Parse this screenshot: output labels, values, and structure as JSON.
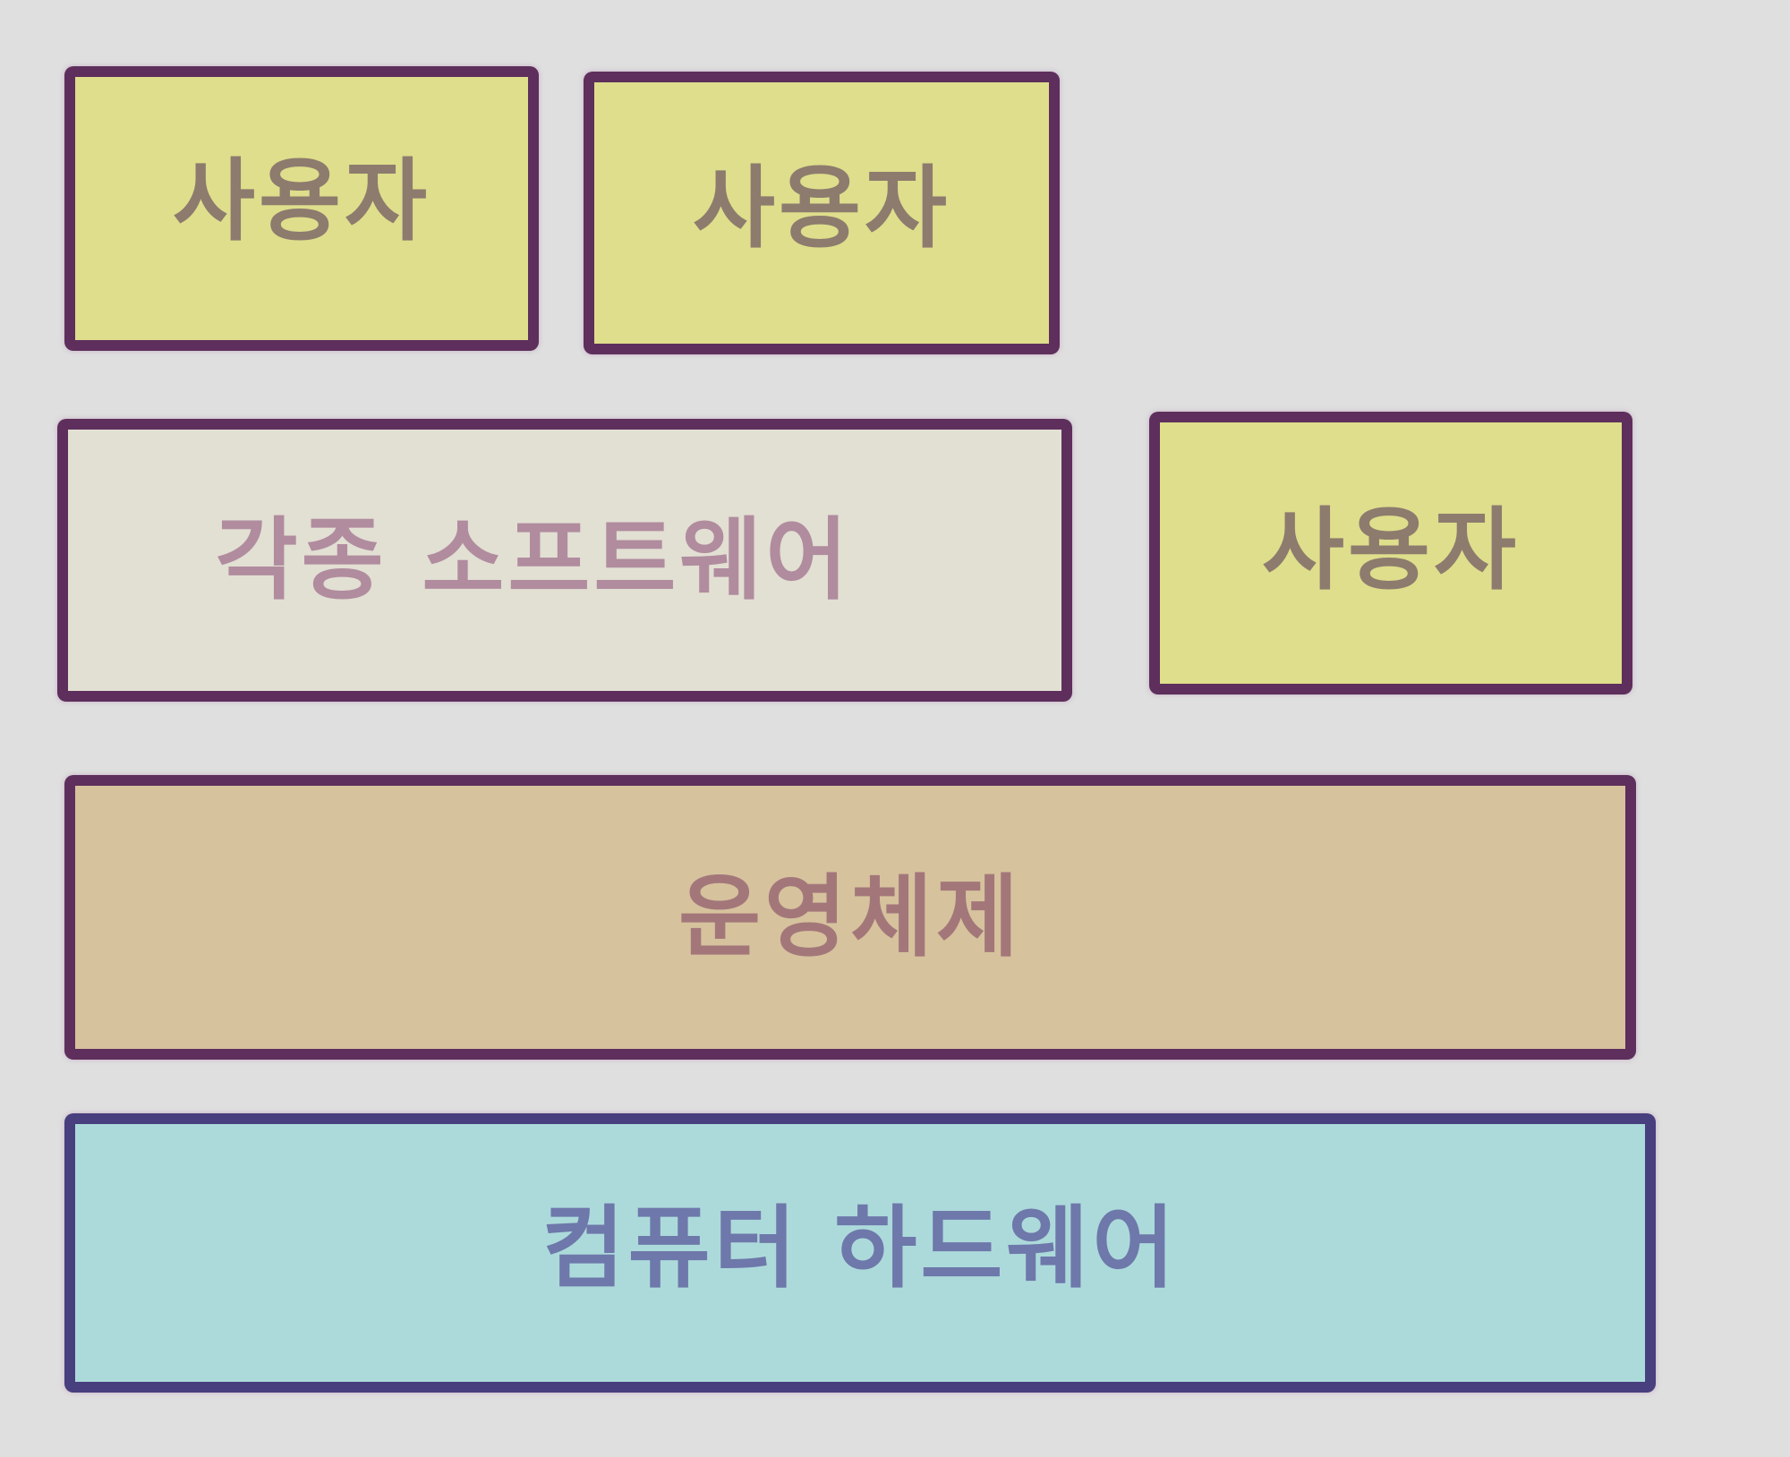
{
  "diagram": {
    "blocks": {
      "user_1": {
        "label": "사용자"
      },
      "user_2": {
        "label": "사용자"
      },
      "user_3": {
        "label": "사용자"
      },
      "software": {
        "label": "각종 소프트웨어"
      },
      "os": {
        "label": "운영체제"
      },
      "hardware": {
        "label": "컴퓨터 하드웨어"
      }
    },
    "colors": {
      "background": "#dfdfdf",
      "border": "#5e2f5c",
      "hardware_border": "#473f7e",
      "user_fill": "#dede8c",
      "software_fill": "#e2dfd3",
      "os_fill": "#d6c29d",
      "hardware_fill": "#acdadb"
    }
  }
}
